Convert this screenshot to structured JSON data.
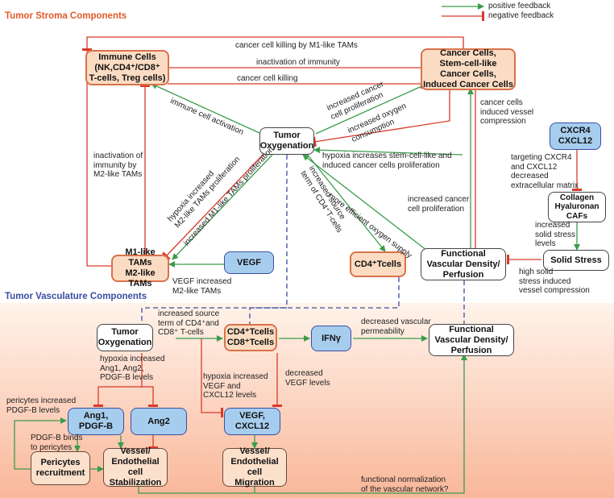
{
  "colors": {
    "positive": "#3a9c4a",
    "negative": "#d93a2b",
    "dashed": "#3a4ea2",
    "section_title": "#e05a2a",
    "section_title_2": "#3a4ea2"
  },
  "legend": {
    "positive": "positive feedback",
    "negative": "negative feedback"
  },
  "sections": {
    "stroma": "Tumor Stroma Components",
    "vasculature": "Tumor Vasculature Components"
  },
  "nodes": {
    "immune": "Immune Cells\n(NK,CD4⁺/CD8⁺\nT-cells, Treg cells)",
    "cancer": "Cancer Cells,\nStem-cell-like\nCancer Cells,\nInduced Cancer Cells",
    "tumor_oxy_top": "Tumor\nOxygenation",
    "cxcr4": "CXCR4\nCXCL12",
    "collagen": "Collagen\nHyaluronan\nCAFs",
    "solid_stress": "Solid Stress",
    "vegf_top": "VEGF",
    "tams": "M1-like TAMs\nM2-like TAMs",
    "cd4_top": "CD4⁺Tcells",
    "fvd_top": "Functional\nVascular Density/\nPerfusion",
    "tumor_oxy_bot": "Tumor\nOxygenation",
    "cd4cd8": "CD4⁺Tcells\nCD8⁺Tcells",
    "ifn": "IFNγ",
    "fvd_bot": "Functional\nVascular Density/\nPerfusion",
    "ang1": "Ang1,\nPDGF-B",
    "ang2": "Ang2",
    "vegf_cxcl12": "VEGF,\nCXCL12",
    "pericytes": "Pericytes\nrecruitment",
    "stab": "Vessel/\nEndothelial cell\nStabilization",
    "migr": "Vessel/\nEndothelial cell\nMigration"
  },
  "labels": {
    "l_m1_kill": "cancer cell killing by M1-like TAMs",
    "l_inact_imm": "inactivation of immunity",
    "l_cc_kill": "cancer cell killing",
    "l_imm_act": "immune cell activation",
    "l_inc_prolif": "increased cancer\ncell proliferation",
    "l_inc_oxy": "increased oxygen\nconsumption",
    "l_vessel_comp": "cancer cells\ninduced vessel\ncompression",
    "l_hyp_stem": "hypoxia increases stem-cell-like and\ninduced cancer cells proliferation",
    "l_inact_m2": "inactivation of\nimmunity by\nM2-like TAMs",
    "l_hyp_m2": "hypoxia increased\nM2-like TAMs proliferation",
    "l_inc_m1": "increased M1-like TAMs proliferation",
    "l_src_cd4": "increased source\nterm of CD4⁺T-cells",
    "l_more_oxy": "more efficient oxygen supply",
    "l_inc_prolif2": "increased cancer\ncell proliferation",
    "l_target": "targeting CXCR4\nand CXCL12\ndecreased\nextracellular matrix",
    "l_inc_solid": "increased\nsolid stress\nlevels",
    "l_high_solid": "high solid\nstress induced\nvessel compression",
    "l_vegf_m2": "VEGF increased\nM2-like TAMs",
    "l_src_cd48": "increased source\nterm of CD4⁺and\nCD8⁺ T-cells",
    "l_dec_perm": "decreased vascular\npermeability",
    "l_hyp_ang": "hypoxia increased\nAng1, Ang2,\nPDGF-B levels",
    "l_hyp_vegf": "hypoxia increased\nVEGF and\nCXCL12 levels",
    "l_dec_vegf": "decreased\nVEGF levels",
    "l_peri_inc": "pericytes increased\nPDGF-B levels",
    "l_pdgf_binds": "PDGF-B binds\nto pericytes",
    "l_func_norm": "functional normalization\nof the vascular network?"
  }
}
